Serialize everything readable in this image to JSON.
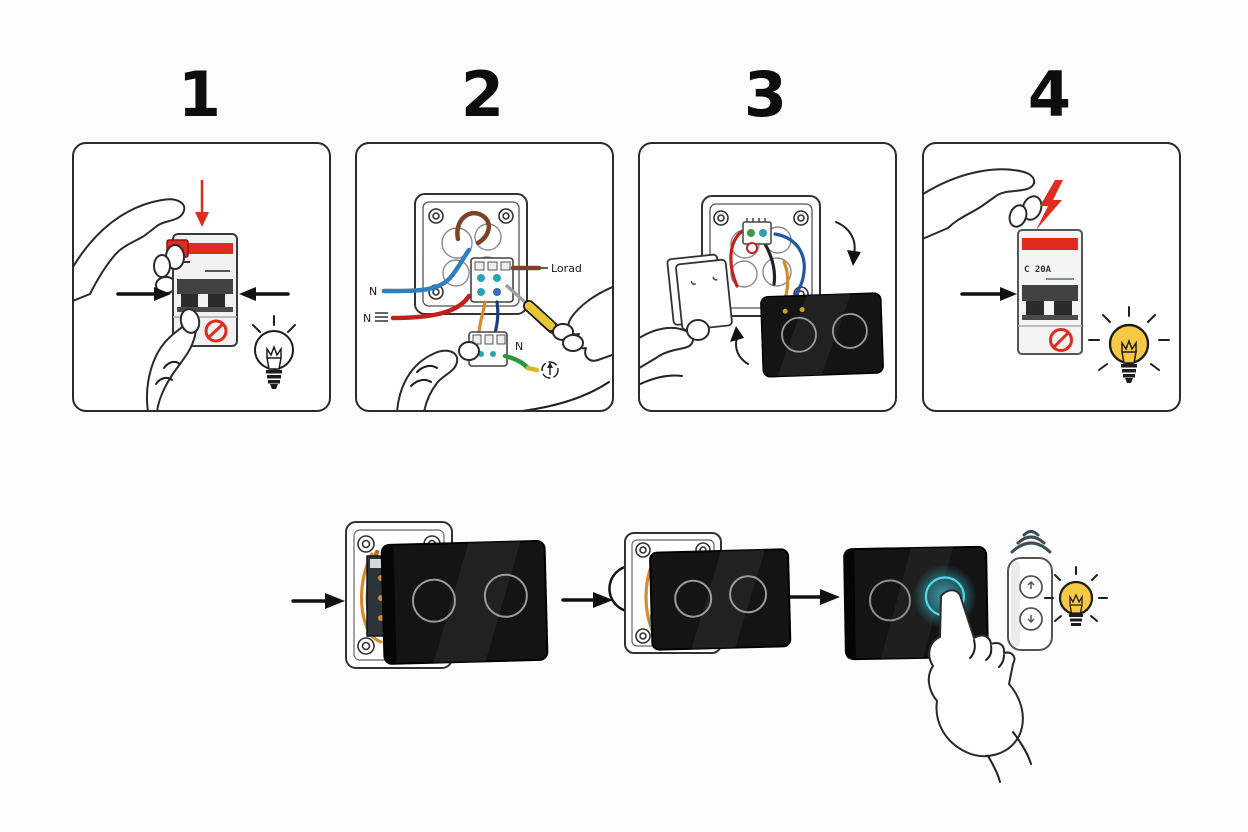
{
  "steps": [
    {
      "number": "1"
    },
    {
      "number": "2"
    },
    {
      "number": "3"
    },
    {
      "number": "4"
    }
  ],
  "wiring_labels": {
    "neutral_in": "N",
    "live_in": "N",
    "load_out": "Lorad",
    "earth_neutral": "N"
  },
  "breaker": {
    "rating_text": "C 20A"
  },
  "icons": {
    "power-off-arrow": "red ↓",
    "push-in-arrows": "→ ←",
    "prohibition": "⊘",
    "bulb-off": "outlined bulb",
    "lightning": "red ⚡",
    "bulb-on": "yellow bulb with rays",
    "earth-symbol": "circled ↑",
    "rotate-down-arrow": "curved ↓",
    "rotate-up-arrow": "curved ↑",
    "rotate-arrow": "⟲",
    "next-arrow": "→",
    "wifi": "signal arcs",
    "touch-glow": "cyan ring"
  },
  "colors": {
    "accent_red": "#df2b20",
    "wire_blue": "#2d7fc0",
    "wire_red": "#c3201d",
    "wire_brown": "#7d4326",
    "wire_green": "#2f9540",
    "wire_orange": "#d58a2c",
    "wire_navy": "#223a77",
    "wire_teal": "#2ba3b4",
    "screwdriver_yellow": "#e7c636",
    "bulb_yellow": "#f6c844",
    "glow_cyan": "#4fd8e8",
    "wifi_slate": "#3c4e58",
    "panel_black": "#141414"
  }
}
